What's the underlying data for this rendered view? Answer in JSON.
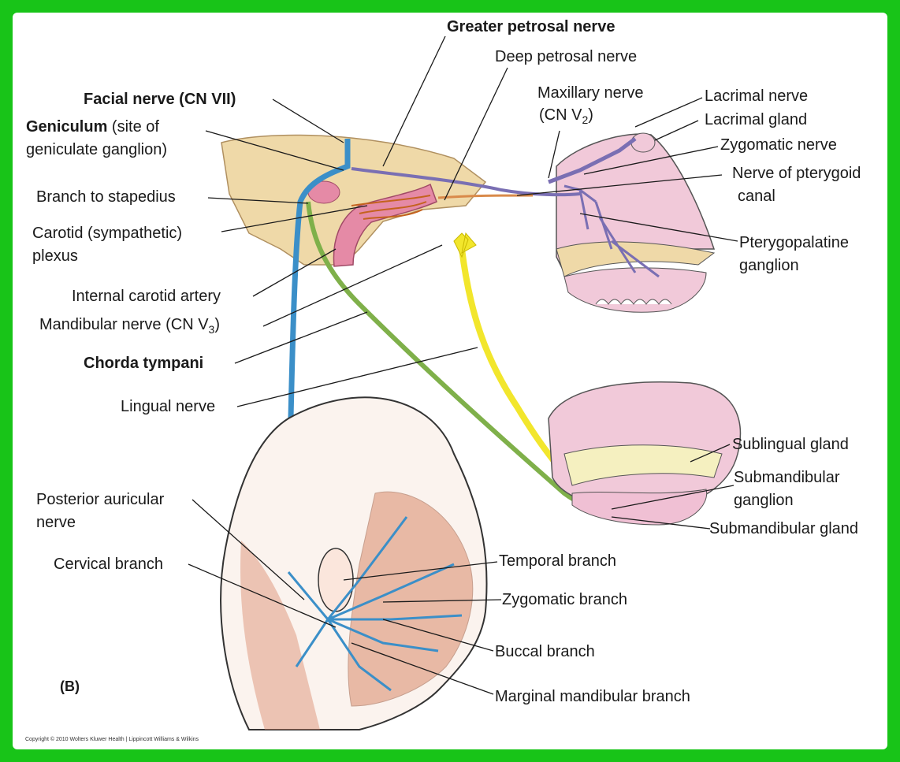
{
  "frame_color": "#18c418",
  "colors": {
    "facial_nerve": "#3b8fc8",
    "greater_petrosal": "#7a6fb3",
    "chorda_tympani": "#7fb04a",
    "lingual_mandibular": "#f2e62c",
    "bone": "#efd9a8",
    "artery": "#e58aa6",
    "muscle": "#d98a6a",
    "mucosa": "#f1c9d9"
  },
  "labels": {
    "greater_petrosal_nerve": "Greater petrosal nerve",
    "deep_petrosal_nerve": "Deep petrosal nerve",
    "maxillary_nerve_1": "Maxillary nerve",
    "maxillary_nerve_2": "(CN V",
    "maxillary_nerve_sub": "2",
    "maxillary_nerve_3": ")",
    "lacrimal_nerve": "Lacrimal nerve",
    "lacrimal_gland": "Lacrimal gland",
    "zygomatic_nerve": "Zygomatic nerve",
    "nerve_pterygoid_1": "Nerve of pterygoid",
    "nerve_pterygoid_2": "canal",
    "pterygopalatine_1": "Pterygopalatine",
    "pterygopalatine_2": "ganglion",
    "facial_nerve": "Facial nerve (CN VII)",
    "geniculum_bold": "Geniculum",
    "geniculum_rest": " (site of",
    "geniculum_line2": "geniculate ganglion)",
    "branch_stapedius": "Branch to stapedius",
    "carotid_plexus_1": "Carotid (sympathetic)",
    "carotid_plexus_2": "plexus",
    "internal_carotid": "Internal carotid artery",
    "mandibular_nerve": "Mandibular nerve (CN V",
    "mandibular_sub": "3",
    "mandibular_close": ")",
    "chorda_tympani": "Chorda tympani",
    "lingual_nerve": "Lingual nerve",
    "sublingual_gland": "Sublingual gland",
    "submandibular_ganglion_1": "Submandibular",
    "submandibular_ganglion_2": "ganglion",
    "submandibular_gland": "Submandibular gland",
    "posterior_auricular_1": "Posterior auricular",
    "posterior_auricular_2": "nerve",
    "cervical_branch": "Cervical branch",
    "temporal_branch": "Temporal branch",
    "zygomatic_branch": "Zygomatic branch",
    "buccal_branch": "Buccal branch",
    "marginal_mandibular": "Marginal mandibular branch",
    "figure_label": "(B)",
    "copyright": "Copyright © 2010 Wolters Kluwer Health | Lippincott Williams & Wilkins"
  }
}
